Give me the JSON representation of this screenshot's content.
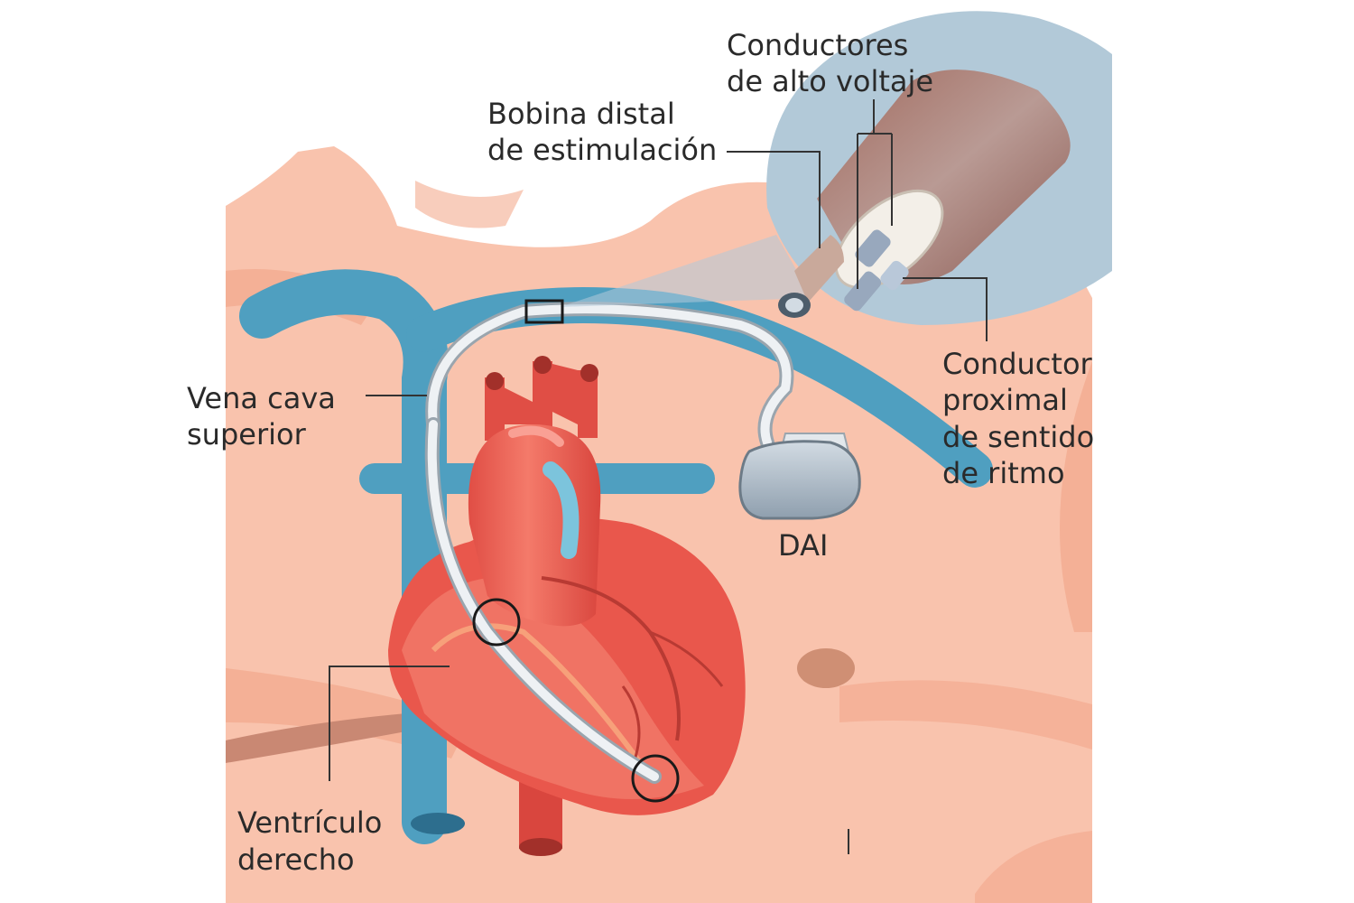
{
  "labels": {
    "conductores_line1": "Conductores",
    "conductores_line2": "de alto voltaje",
    "bobina_line1": "Bobina distal",
    "bobina_line2": "de estimulación",
    "vena_line1": "Vena cava",
    "vena_line2": "superior",
    "conductor_line1": "Conductor",
    "conductor_line2": "proximal",
    "conductor_line3": "de sentido",
    "conductor_line4": "de ritmo",
    "dai": "DAI",
    "ventriculo_line1": "Ventrículo",
    "ventriculo_line2": "derecho"
  },
  "colors": {
    "skin": "#f9c3ad",
    "skin_shadow": "#f3ab90",
    "vein": "#4f9fc0",
    "heart": "#e9574c",
    "heart_light": "#f27c6c",
    "magnifier": "#b2c9d8",
    "lead": "#d8dde2",
    "device": "#a6b4c0"
  },
  "icons": [
    "magnifier-bubble",
    "lead-wire",
    "icd-device",
    "heart",
    "focus-circle"
  ]
}
